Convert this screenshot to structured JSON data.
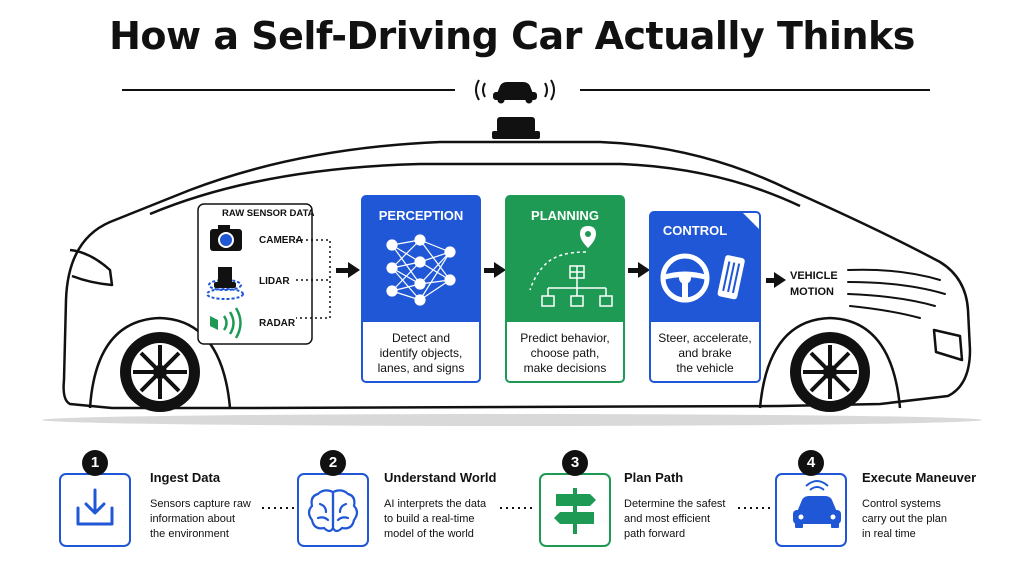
{
  "title": "How a Self-Driving Car Actually Thinks",
  "sensors": {
    "heading": "RAW SENSOR DATA",
    "items": [
      {
        "label": "CAMERA",
        "icon": "camera-icon"
      },
      {
        "label": "LIDAR",
        "icon": "lidar-icon"
      },
      {
        "label": "RADAR",
        "icon": "radar-icon"
      }
    ]
  },
  "panels": [
    {
      "title": "PERCEPTION",
      "desc": [
        "Detect and",
        "identify objects,",
        "lanes, and signs"
      ],
      "color": "#1f57d6",
      "icon": "neural-network-icon"
    },
    {
      "title": "PLANNING",
      "desc": [
        "Predict behavior,",
        "choose path,",
        "make decisions"
      ],
      "color": "#1f9a55",
      "icon": "path-planning-icon"
    },
    {
      "title": "CONTROL",
      "desc": [
        "Steer, accelerate,",
        "and brake",
        "the vehicle"
      ],
      "color": "#1f57d6",
      "icon": "steering-pedals-icon"
    }
  ],
  "output": {
    "line1": "VEHICLE",
    "line2": "MOTION"
  },
  "steps": [
    {
      "num": "1",
      "title": "Ingest Data",
      "desc": [
        "Sensors capture raw",
        "information about",
        "the environment"
      ],
      "color": "#1f57d6",
      "icon": "download-icon"
    },
    {
      "num": "2",
      "title": "Understand World",
      "desc": [
        "AI interprets the data",
        "to build a real-time",
        "model of the world"
      ],
      "color": "#1f57d6",
      "icon": "brain-icon"
    },
    {
      "num": "3",
      "title": "Plan Path",
      "desc": [
        "Determine the safest",
        "and most efficient",
        "path forward"
      ],
      "color": "#1f9a55",
      "icon": "signpost-icon"
    },
    {
      "num": "4",
      "title": "Execute Maneuver",
      "desc": [
        "Control systems",
        "carry out the plan",
        "in real time"
      ],
      "color": "#1f57d6",
      "icon": "car-signal-icon"
    }
  ]
}
